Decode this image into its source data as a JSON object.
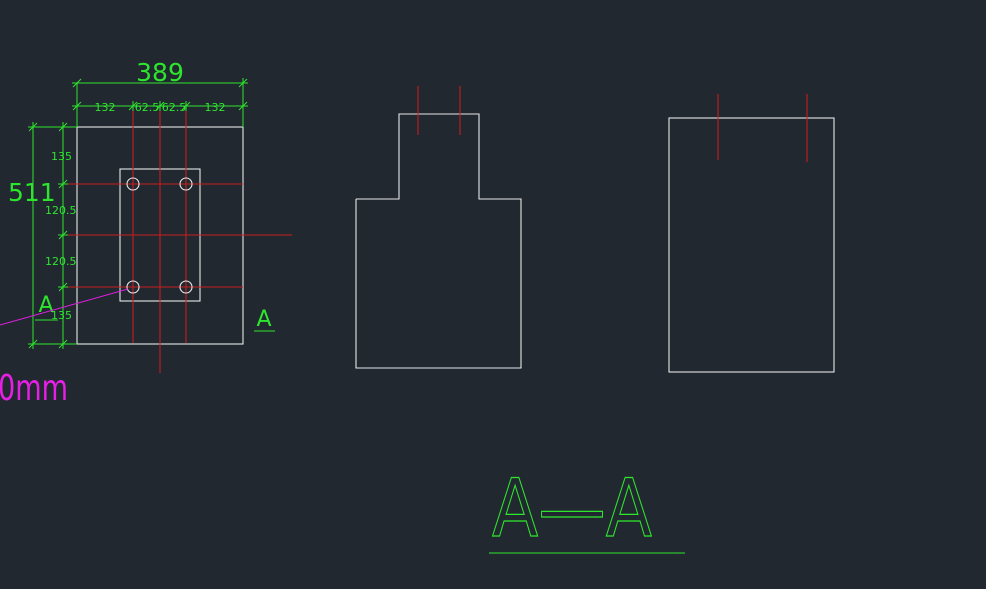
{
  "drawing": {
    "plan": {
      "overall_width": "389",
      "overall_height": "511",
      "horizontal_dims": [
        "132",
        "62.5",
        "62.5",
        "132"
      ],
      "vertical_dims": [
        "135",
        "120.5",
        "120.5",
        "135"
      ],
      "section_mark_left": "A",
      "section_mark_right": "A"
    },
    "callout": {
      "text": "0mm"
    },
    "section_title": "A—A",
    "colors": {
      "background": "#212830",
      "outline": "#e8e8e8",
      "centerline": "#c81e1e",
      "dimension": "#2ee52e",
      "callout": "#e01ee0"
    }
  }
}
